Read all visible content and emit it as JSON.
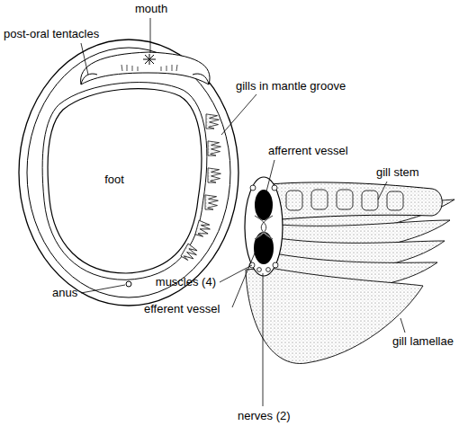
{
  "diagram": {
    "nodes": [
      {
        "text": [
          "foot"
        ]
      }
    ],
    "labels": [
      "mouth",
      "post-oral tentacles",
      "gills in mantle groove",
      "anus",
      "afferrent vessel",
      "gill stem",
      "muscles (4)",
      "efferent vessel",
      "gill lamellae",
      "nerves (2)"
    ]
  }
}
